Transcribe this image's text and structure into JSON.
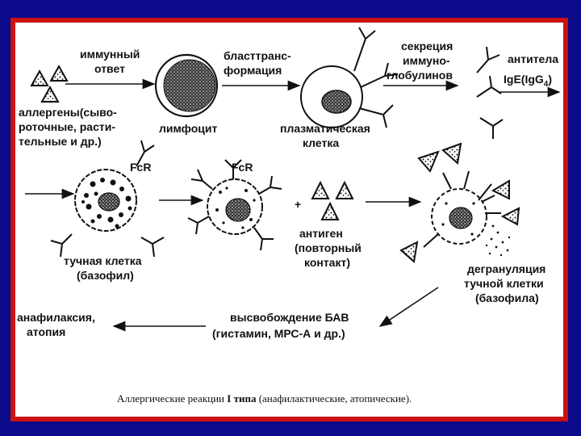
{
  "colors": {
    "background": "#0a0a8a",
    "frame": "#cc1111",
    "sheet": "#ffffff",
    "ink": "#111111"
  },
  "labels": {
    "immune_response_1": "иммунный",
    "immune_response_2": "ответ",
    "allergens_1": "аллергены(сыво-",
    "allergens_2": "роточные, расти-",
    "allergens_3": "тельные и др.)",
    "lymphocyte": "лимфоцит",
    "blast_1": "бласттранс-",
    "blast_2": "формация",
    "plasma_1": "плазматическая",
    "plasma_2": "клетка",
    "secretion_1": "секреция",
    "secretion_2": "иммуно-",
    "secretion_3": "глобулинов",
    "antibodies_1": "антитела",
    "antibodies_2_main": "IgE(IgG",
    "antibodies_2_sub": "4",
    "antibodies_2_end": ")",
    "fcr_1": "FcR",
    "fcr_2": "FcR",
    "plus": "+",
    "mast_1": "тучная клетка",
    "mast_2": "(базофил)",
    "antigen_1": "антиген",
    "antigen_2": "(повторный",
    "antigen_3": "контакт)",
    "degran_1": "дегрануляция",
    "degran_2": "тучной клетки",
    "degran_3": "(базофила)",
    "anaph_1": "анафилаксия,",
    "anaph_2": "атопия",
    "release_1": "высвобождение БАВ",
    "release_2": "(гистамин, МРС-А и др.)"
  },
  "caption": {
    "prefix": "Аллергические реакции ",
    "type": "I типа",
    "suffix": " (анафилактические, атопические)."
  }
}
